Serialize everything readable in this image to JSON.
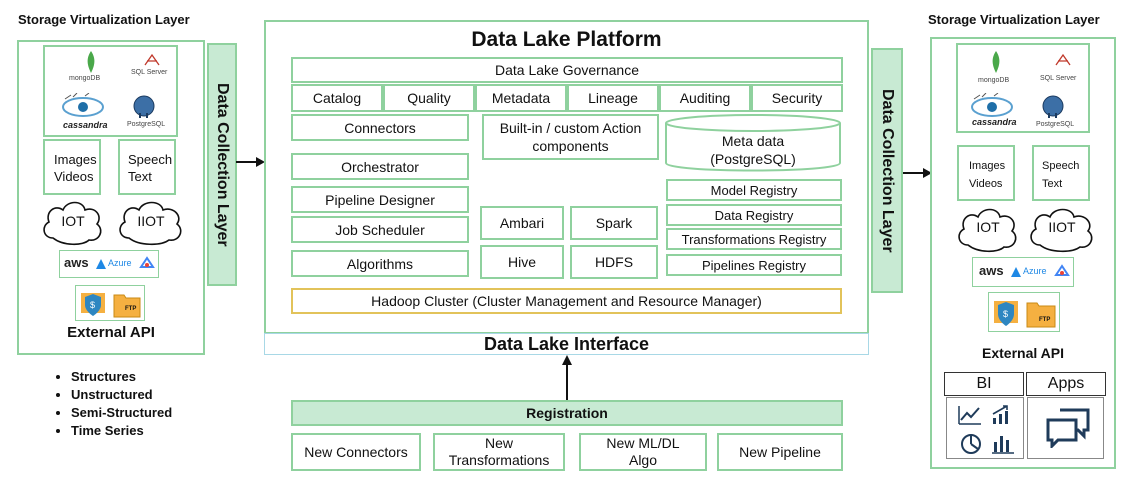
{
  "left": {
    "title": "Storage Virtualization Layer",
    "logos": {
      "mongodb": "mongoDB",
      "sqlserver": "SQL Server",
      "cassandra": "cassandra",
      "postgres": "PostgreSQL"
    },
    "images_videos": "Images Videos",
    "speech_text": "Speech Text",
    "iot": "IOT",
    "iiot": "IIOT",
    "cloud_logos": {
      "aws": "aws",
      "azure": "Azure"
    },
    "ftp": "FTP",
    "external_api": "External API"
  },
  "data_types": [
    "Structures",
    "Unstructured",
    "Semi-Structured",
    "Time Series"
  ],
  "collection_left": "Data Collection Layer",
  "collection_right": "Data Collection Layer",
  "platform": {
    "title": "Data Lake Platform",
    "governance": "Data Lake Governance",
    "gov_items": [
      "Catalog",
      "Quality",
      "Metadata",
      "Lineage",
      "Auditing",
      "Security"
    ],
    "connectors": "Connectors",
    "orchestrator": "Orchestrator",
    "pipeline_designer": "Pipeline  Designer",
    "job_scheduler": "Job Scheduler",
    "algorithms": "Algorithms",
    "action_components": "Built-in / custom Action components",
    "metadata_db": "Meta data (PostgreSQL)",
    "ambari": "Ambari",
    "spark": "Spark",
    "hive": "Hive",
    "hdfs": "HDFS",
    "registries": [
      "Model Registry",
      "Data Registry",
      "Transformations Registry",
      "Pipelines Registry"
    ],
    "hadoop": "Hadoop Cluster (Cluster Management and Resource Manager)"
  },
  "interface": "Data Lake Interface",
  "registration": {
    "title": "Registration",
    "items": [
      "New Connectors",
      "New Transformations",
      "New ML/DL Algo",
      "New Pipeline"
    ]
  },
  "right": {
    "title": "Storage Virtualization Layer",
    "logos": {
      "mongodb": "mongoDB",
      "sqlserver": "SQL Server",
      "cassandra": "cassandra",
      "postgres": "PostgreSQL"
    },
    "images_videos": "Images Videos",
    "speech_text": "Speech Text",
    "iot": "IOT",
    "iiot": "IIOT",
    "cloud_logos": {
      "aws": "aws",
      "azure": "Azure"
    },
    "ftp": "FTP",
    "external_api": "External API",
    "bi": "BI",
    "apps": "Apps"
  }
}
